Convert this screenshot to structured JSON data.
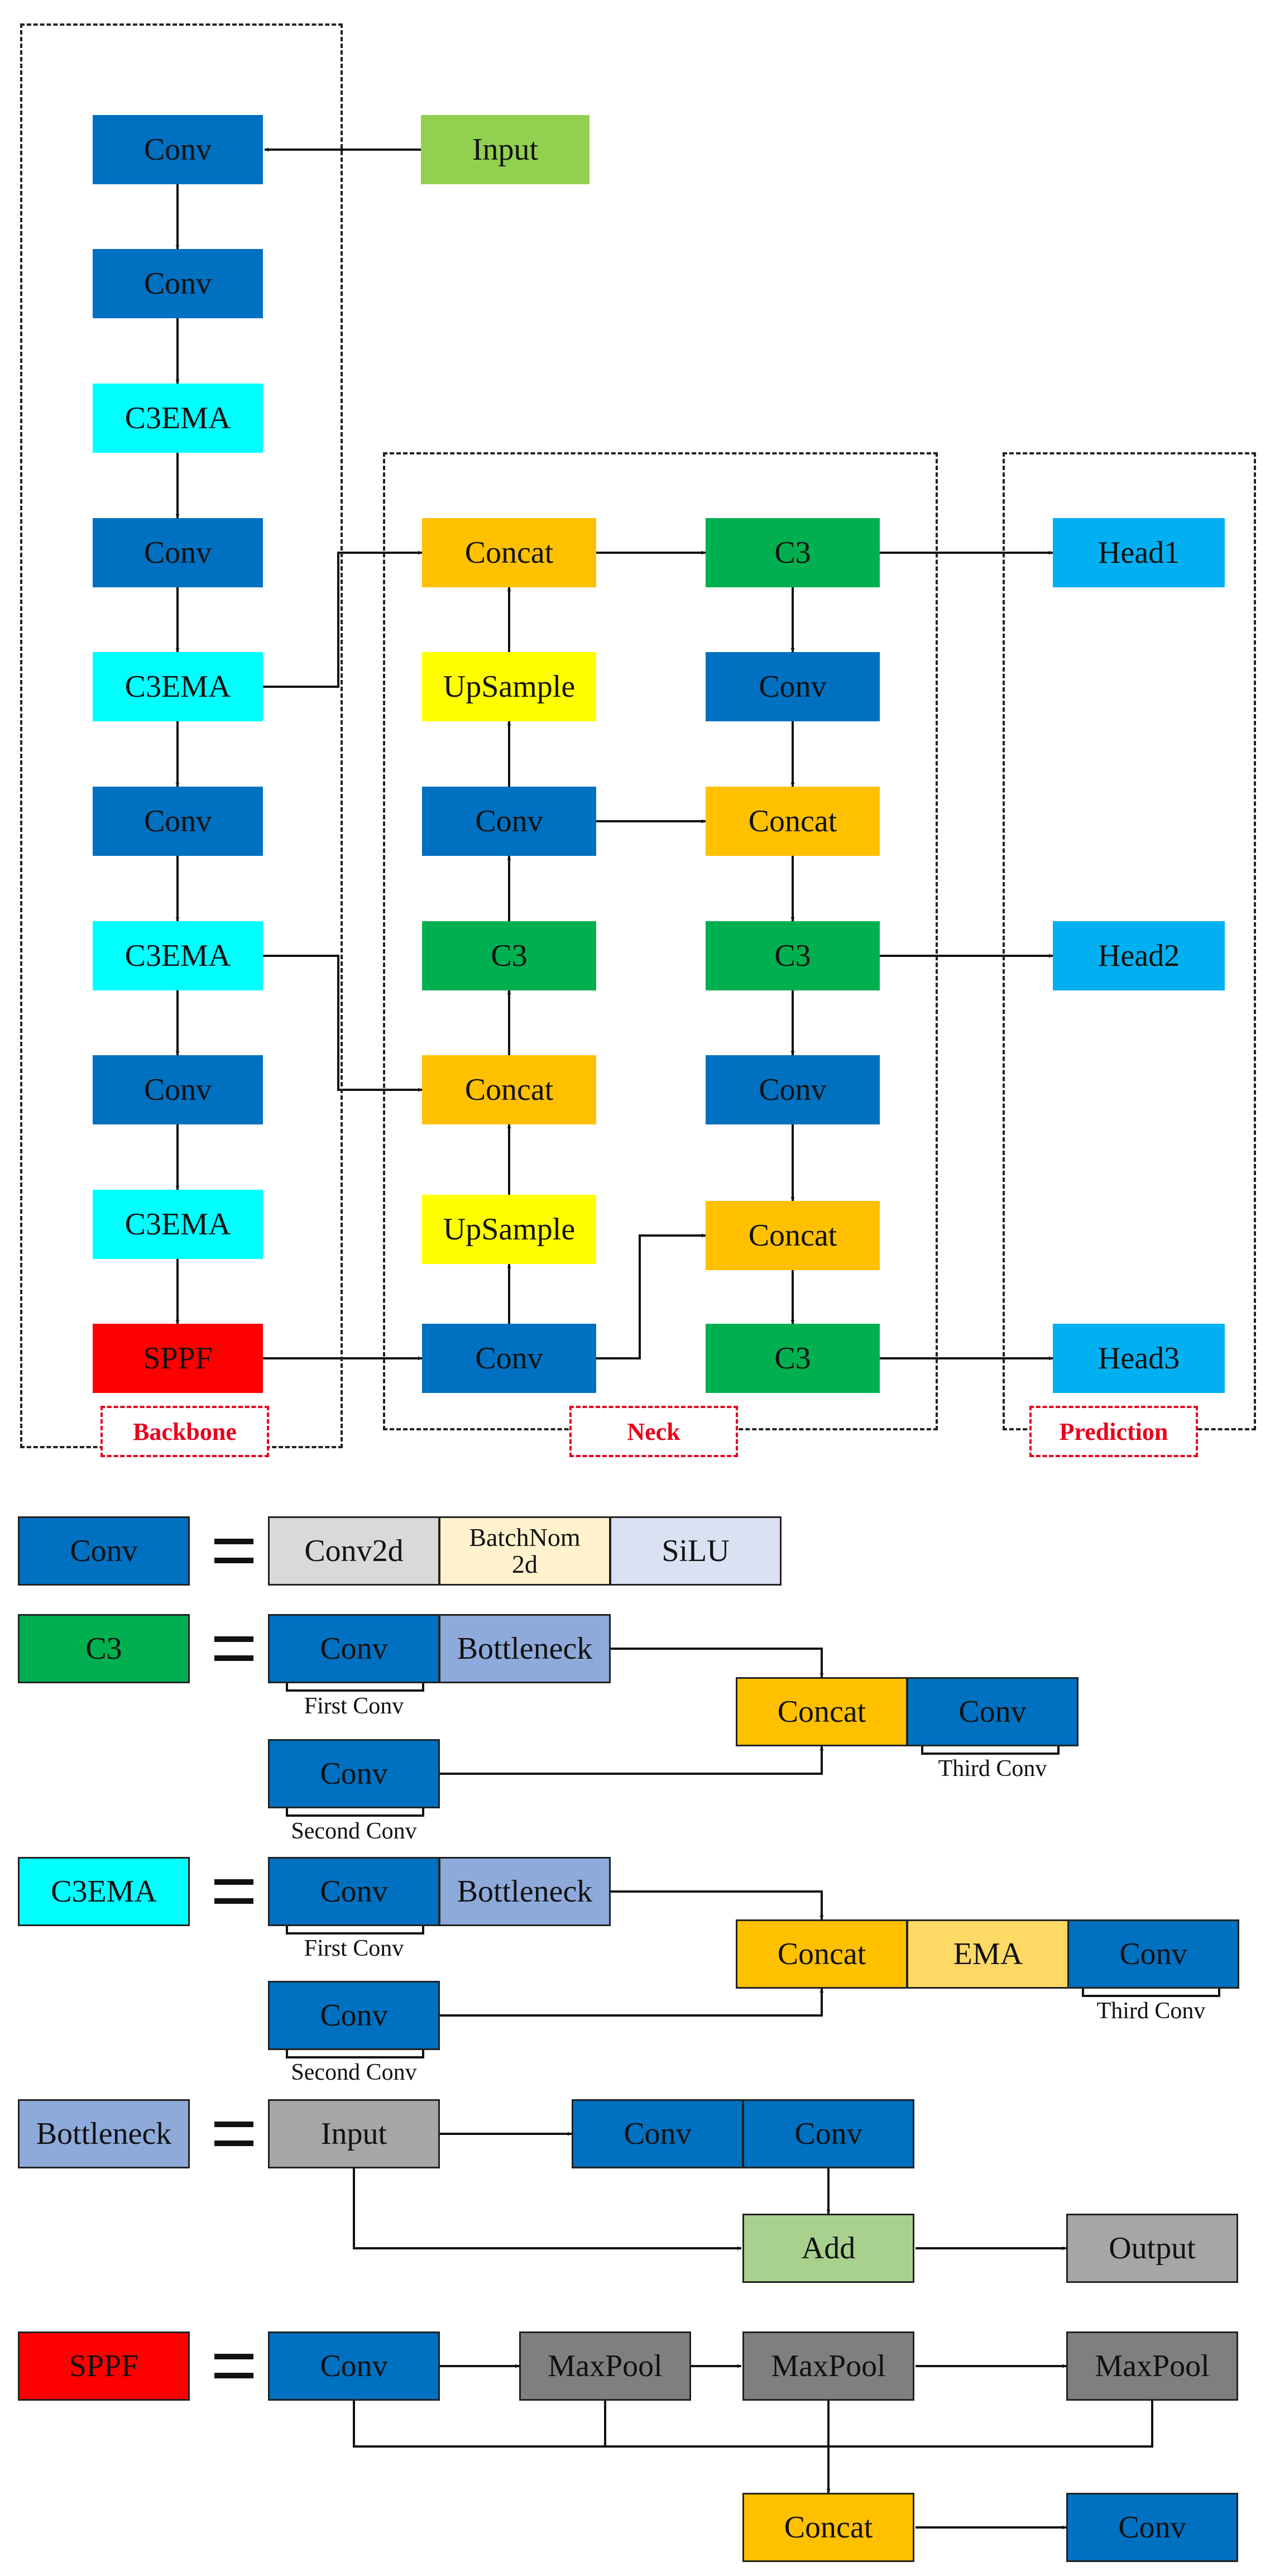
{
  "colors": {
    "conv": "#0070c0",
    "c3emaModule": "#00ffff",
    "c3Module": "#00b050",
    "concat": "#ffc000",
    "upsample": "#ffff00",
    "sppf": "#ff0000",
    "input": "#92d050",
    "head": "#00b0f0",
    "bottleneck": "#8eaadb",
    "conv2d": "#d9d9d9",
    "batchnorm": "#fff2cc",
    "silu": "#d9e1f2",
    "ema": "#ffd966",
    "add": "#a9d18e",
    "grey": "#a6a6a6",
    "maxpool": "#7f7f7f",
    "tag": "#e8001c"
  },
  "sections": {
    "backbone": "Backbone",
    "neck": "Neck",
    "prediction": "Prediction"
  },
  "nodes": {
    "input": "Input",
    "backbone": [
      "Conv",
      "Conv",
      "C3EMA",
      "Conv",
      "C3EMA",
      "Conv",
      "C3EMA",
      "Conv",
      "C3EMA",
      "SPPF"
    ],
    "neck_left": [
      "Concat",
      "UpSample",
      "Conv",
      "C3",
      "Concat",
      "UpSample",
      "Conv"
    ],
    "neck_right": [
      "C3",
      "Conv",
      "Concat",
      "C3",
      "Conv",
      "Concat",
      "C3"
    ],
    "heads": [
      "Head1",
      "Head2",
      "Head3"
    ]
  },
  "legend": {
    "conv": {
      "name": "Conv",
      "parts": [
        "Conv2d",
        "BatchNom 2d",
        "SiLU"
      ]
    },
    "c3": {
      "name": "C3",
      "conv1": "Conv",
      "bottleneck": "Bottleneck",
      "conv2": "Conv",
      "concat": "Concat",
      "conv3": "Conv",
      "label_first": "First Conv",
      "label_second": "Second Conv",
      "label_third": "Third Conv"
    },
    "c3ema": {
      "name": "C3EMA",
      "conv1": "Conv",
      "bottleneck": "Bottleneck",
      "conv2": "Conv",
      "concat": "Concat",
      "ema": "EMA",
      "conv3": "Conv",
      "label_first": "First Conv",
      "label_second": "Second Conv",
      "label_third": "Third Conv"
    },
    "bottleneck": {
      "name": "Bottleneck",
      "input": "Input",
      "conv_a": "Conv",
      "conv_b": "Conv",
      "add": "Add",
      "output": "Output"
    },
    "sppf": {
      "name": "SPPF",
      "conv": "Conv",
      "maxpool_1": "MaxPool",
      "maxpool_2": "MaxPool",
      "maxpool_3": "MaxPool",
      "concat": "Concat",
      "conv_out": "Conv"
    }
  }
}
